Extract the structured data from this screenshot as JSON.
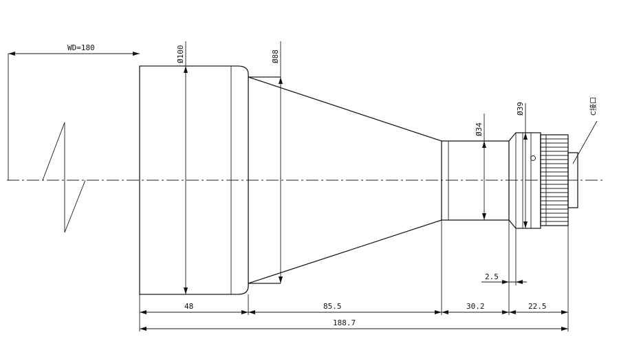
{
  "dimensions": {
    "working_distance": "WD=180",
    "front_diameter": "Ø100",
    "cone_diameter": "Ø88",
    "barrel_diameter": "Ø34",
    "rear_diameter": "Ø39",
    "mount_label": "C接口",
    "front_length": "48",
    "cone_length": "85.5",
    "barrel_length": "30.2",
    "rear_length": "22.5",
    "step_length": "2.5",
    "total_length": "188.7"
  }
}
